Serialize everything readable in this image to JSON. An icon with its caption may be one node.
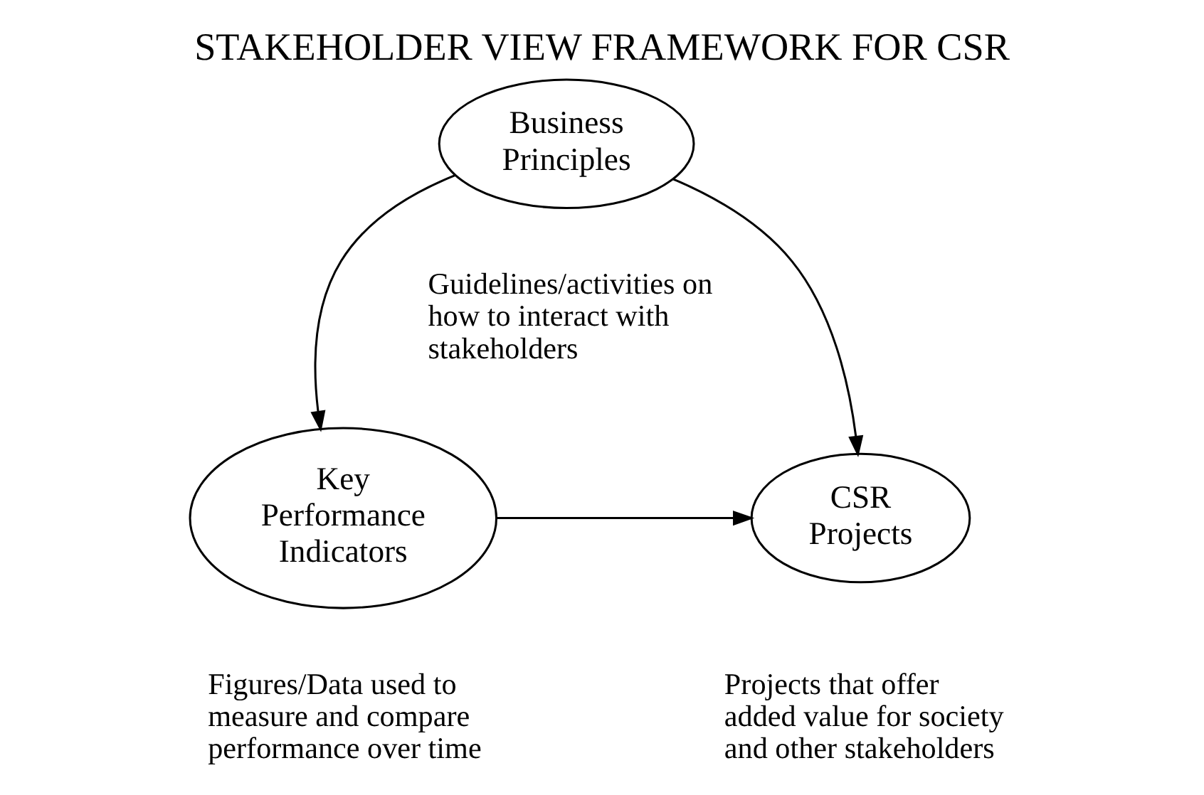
{
  "diagram": {
    "title": "STAKEHOLDER VIEW FRAMEWORK FOR CSR",
    "nodes": [
      {
        "text": [
          "Business Principles"
        ],
        "beside": [
          "Guidelines/activities on how to interact with stakeholders"
        ]
      },
      {
        "text": [
          "Key Performance Indicators"
        ],
        "beside": [
          "Figures/Data used to measure and compare performance over time"
        ]
      },
      {
        "text": [
          "CSR Projects"
        ],
        "beside": [
          "Projects that offer added value for society and other stakeholders"
        ]
      }
    ],
    "edges": [
      {
        "from": 0,
        "to": 1,
        "arrow": "to"
      },
      {
        "from": 0,
        "to": 2,
        "arrow": "to"
      },
      {
        "from": 1,
        "to": 2,
        "arrow": "to"
      }
    ]
  }
}
